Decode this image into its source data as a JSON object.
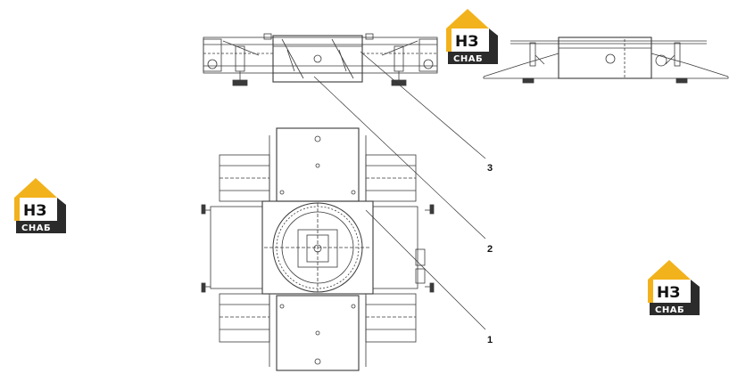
{
  "logo": {
    "top_text": "НЗ",
    "bottom_text": "СНАБ",
    "colors": {
      "roof": "#f2b21c",
      "dark": "#2b2b2b",
      "panel": "#ffffff"
    }
  },
  "callouts": [
    {
      "label": "1"
    },
    {
      "label": "2"
    },
    {
      "label": "3"
    }
  ],
  "colors": {
    "line": "#3a3a3a",
    "background": "#ffffff"
  }
}
